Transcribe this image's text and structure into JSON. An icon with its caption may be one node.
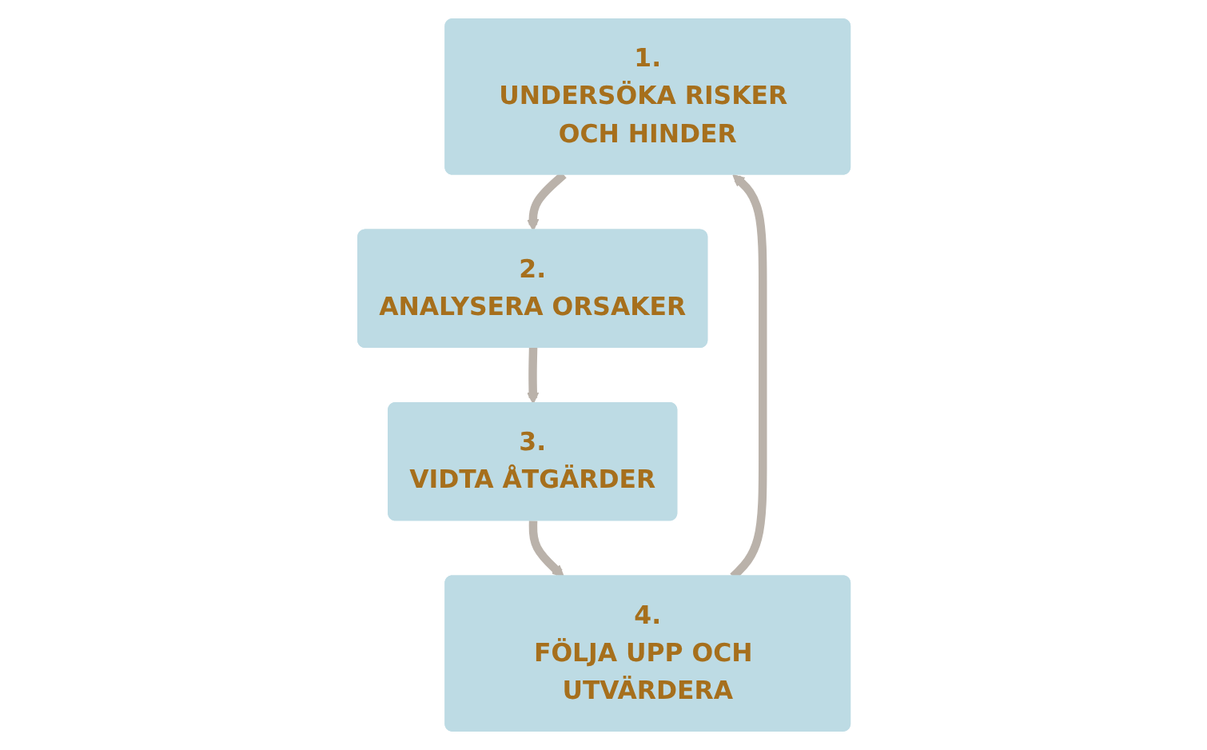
{
  "diagram": {
    "nodes": [
      {
        "text": [
          "1.",
          "UNDERSÖKA RISKER OCH HINDER"
        ]
      },
      {
        "text": [
          "2.",
          "ANALYSERA ORSAKER"
        ]
      },
      {
        "text": [
          "3.",
          "VIDTA ÅTGÄRDER"
        ]
      },
      {
        "text": [
          "4.",
          "FÖLJA UPP OCH UTVÄRDERA"
        ]
      }
    ],
    "edges": [
      {
        "from": 0,
        "to": 1,
        "arrow": "to"
      },
      {
        "from": 1,
        "to": 2,
        "arrow": "to"
      },
      {
        "from": 2,
        "to": 3,
        "arrow": "to"
      },
      {
        "from": 3,
        "to": 0,
        "arrow": "to"
      }
    ]
  }
}
